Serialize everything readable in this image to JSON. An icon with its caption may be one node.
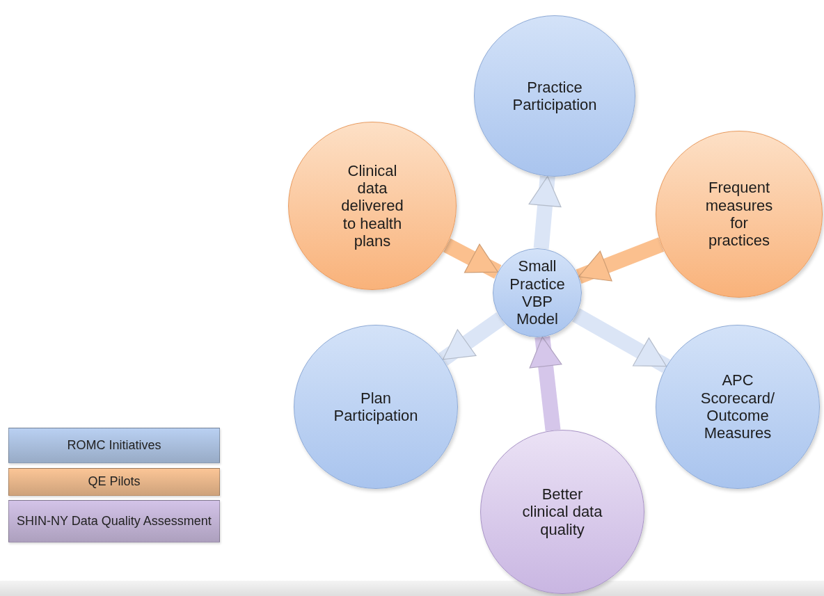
{
  "diagram": {
    "nodes": [
      {
        "text": [
          "Small Practice VBP Model"
        ]
      },
      {
        "text": [
          "Practice Participation"
        ]
      },
      {
        "text": [
          "Clinical data delivered to health plans"
        ]
      },
      {
        "text": [
          "Frequent measures for practices"
        ]
      },
      {
        "text": [
          "Plan Participation"
        ]
      },
      {
        "text": [
          "APC Scorecard/ Outcome Measures"
        ]
      },
      {
        "text": [
          "Better clinical data quality"
        ]
      }
    ],
    "edges": [
      {
        "from": 0,
        "to": 1,
        "arrow": "to"
      },
      {
        "from": 2,
        "to": 0,
        "arrow": "to",
        "color": "#fbc08e"
      },
      {
        "from": 3,
        "to": 0,
        "arrow": "to",
        "color": "#fbc08e"
      },
      {
        "from": 0,
        "to": 4,
        "arrow": "to"
      },
      {
        "from": 0,
        "to": 5,
        "arrow": "to"
      },
      {
        "from": 6,
        "to": 0,
        "arrow": "to",
        "color": "#d5c6ea"
      }
    ],
    "legend": [
      {
        "text": "ROMC Initiatives",
        "color": "#b9d0f2"
      },
      {
        "text": "QE Pilots",
        "color": "#fbc596"
      },
      {
        "text": "SHIN-NY Data Quality Assessment",
        "color": "#d3c3e8"
      }
    ]
  }
}
